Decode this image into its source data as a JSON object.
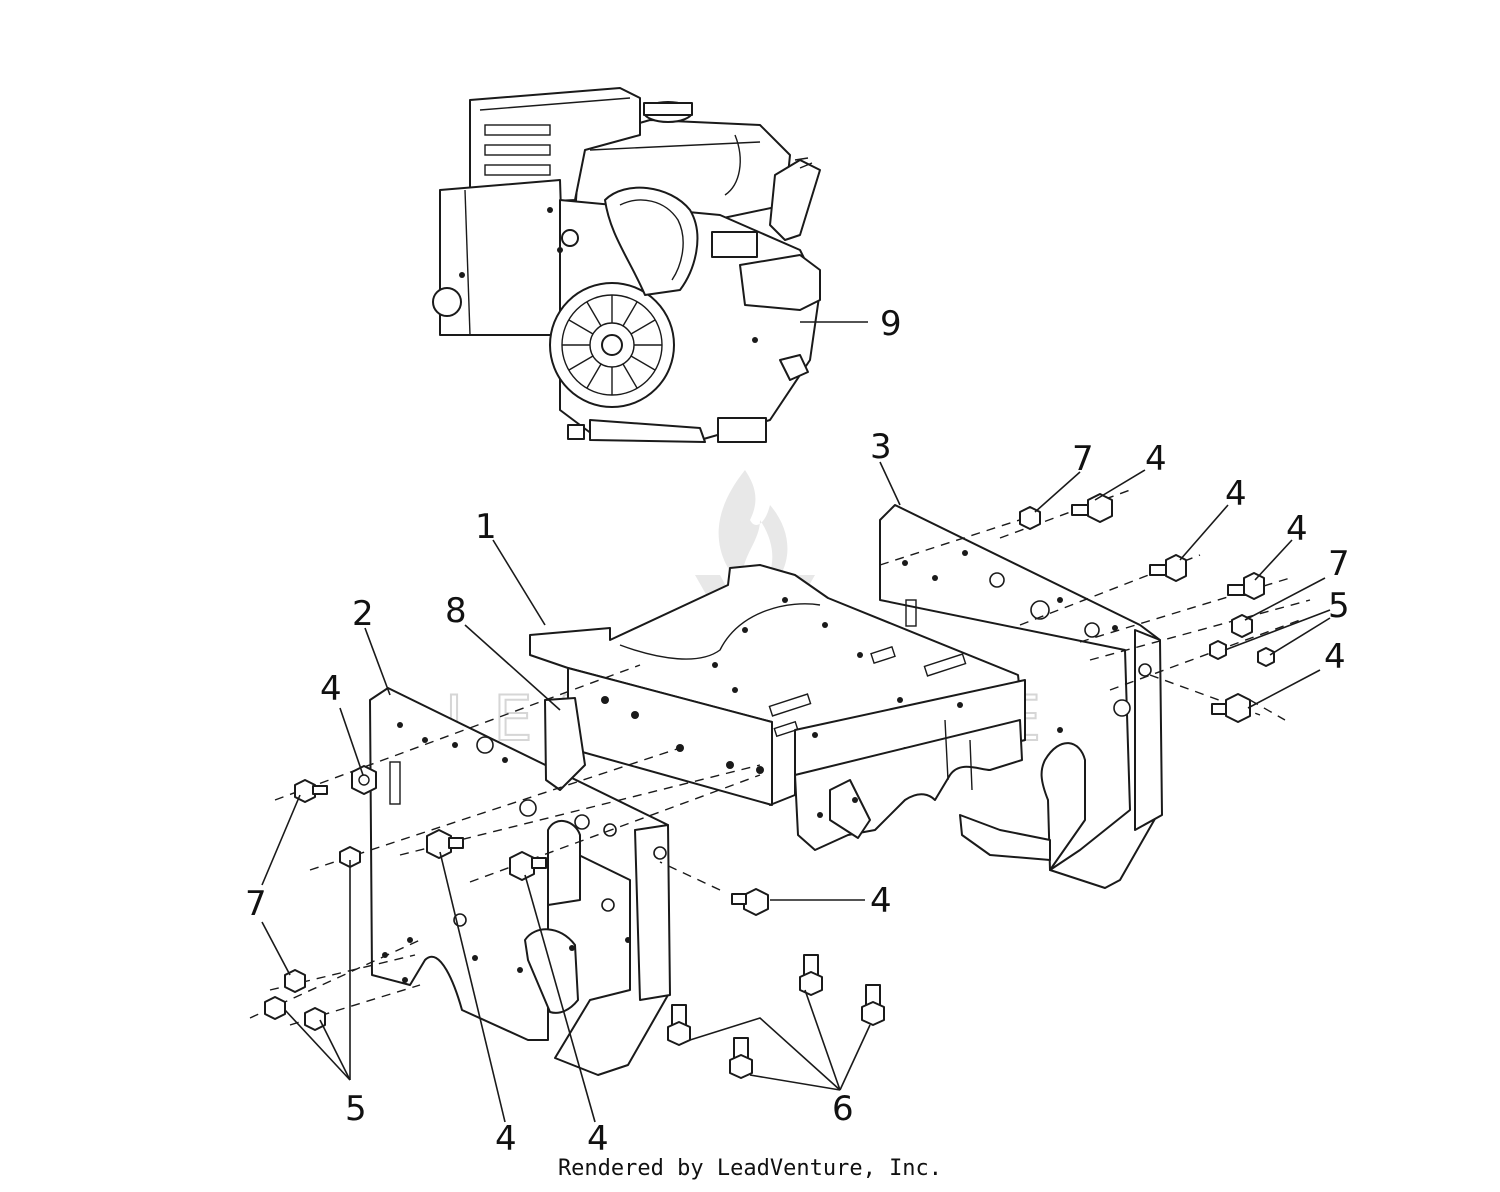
{
  "watermark": {
    "text": "LEADVENTURE",
    "icon": "flame-v-logo"
  },
  "callouts": {
    "c1": "1",
    "c2": "2",
    "c3": "3",
    "c4a": "4",
    "c4b": "4",
    "c4c": "4",
    "c4d": "4",
    "c4e": "4",
    "c4f": "4",
    "c4g": "4",
    "c4h": "4",
    "c5a": "5",
    "c5b": "5",
    "c6": "6",
    "c7a": "7",
    "c7b": "7",
    "c7c": "7",
    "c8": "8",
    "c9": "9"
  },
  "footer": {
    "credit": "Rendered by LeadVenture, Inc."
  }
}
